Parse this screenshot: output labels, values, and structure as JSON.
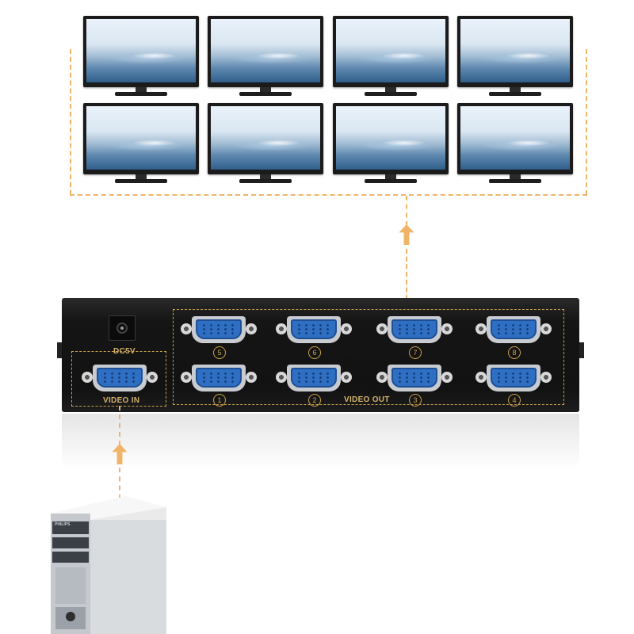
{
  "device": {
    "power_label": "DC5V",
    "input_label": "VIDEO IN",
    "output_label": "VIDEO OUT",
    "output_ports_top": [
      "5",
      "6",
      "7",
      "8"
    ],
    "output_ports_bottom": [
      "1",
      "2",
      "3",
      "4"
    ]
  },
  "monitors_count": 8,
  "computer": {
    "brand": "PHILIPS"
  },
  "colors": {
    "connector_line": "#f0b468",
    "port_label": "#c9a24a",
    "vga_face": "#2e6fc4"
  }
}
